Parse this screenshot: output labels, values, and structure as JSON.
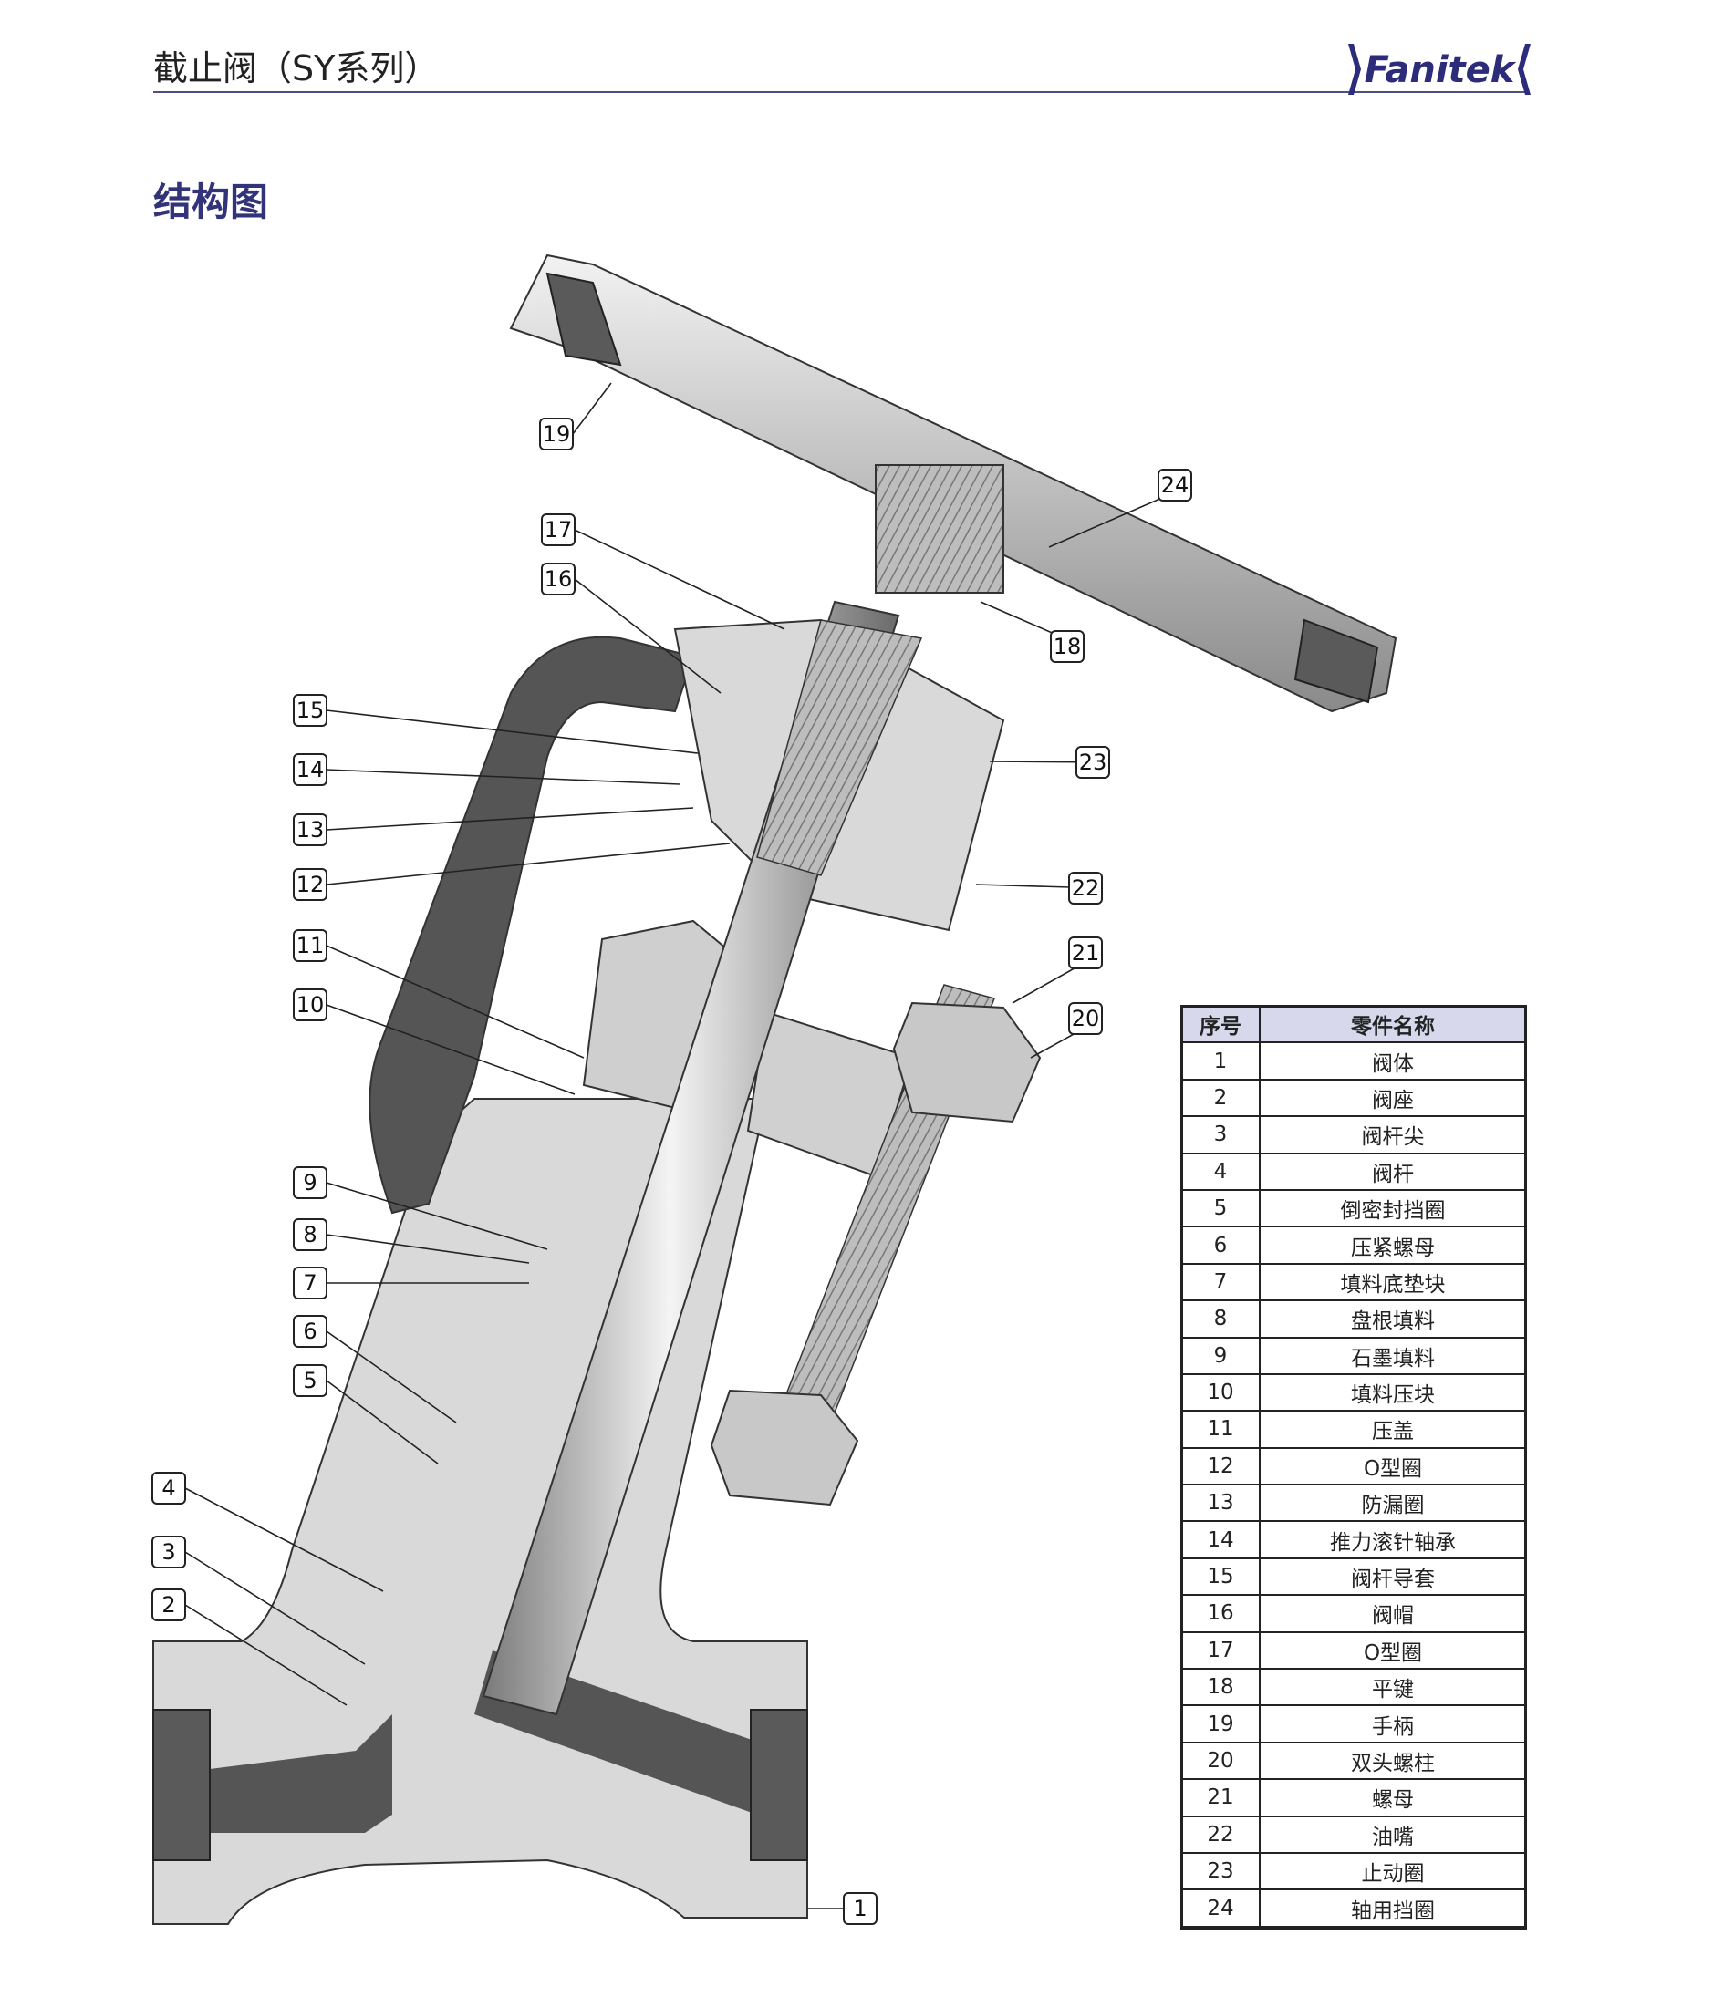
{
  "header": {
    "title": "截止阀（SY系列）",
    "brand": "Fanitek"
  },
  "section": {
    "title": "结构图"
  },
  "diagram": {
    "callouts": [
      "1",
      "2",
      "3",
      "4",
      "5",
      "6",
      "7",
      "8",
      "9",
      "10",
      "11",
      "12",
      "13",
      "14",
      "15",
      "16",
      "17",
      "18",
      "19",
      "20",
      "21",
      "22",
      "23",
      "24"
    ]
  },
  "parts_table": {
    "headers": {
      "no": "序号",
      "name": "零件名称"
    },
    "rows": [
      {
        "no": "1",
        "name": "阀体"
      },
      {
        "no": "2",
        "name": "阀座"
      },
      {
        "no": "3",
        "name": "阀杆尖"
      },
      {
        "no": "4",
        "name": "阀杆"
      },
      {
        "no": "5",
        "name": "倒密封挡圈"
      },
      {
        "no": "6",
        "name": "压紧螺母"
      },
      {
        "no": "7",
        "name": "填料底垫块"
      },
      {
        "no": "8",
        "name": "盘根填料"
      },
      {
        "no": "9",
        "name": "石墨填料"
      },
      {
        "no": "10",
        "name": "填料压块"
      },
      {
        "no": "11",
        "name": "压盖"
      },
      {
        "no": "12",
        "name": "O型圈"
      },
      {
        "no": "13",
        "name": "防漏圈"
      },
      {
        "no": "14",
        "name": "推力滚针轴承"
      },
      {
        "no": "15",
        "name": "阀杆导套"
      },
      {
        "no": "16",
        "name": "阀帽"
      },
      {
        "no": "17",
        "name": "O型圈"
      },
      {
        "no": "18",
        "name": "平键"
      },
      {
        "no": "19",
        "name": "手柄"
      },
      {
        "no": "20",
        "name": "双头螺柱"
      },
      {
        "no": "21",
        "name": "螺母"
      },
      {
        "no": "22",
        "name": "油嘴"
      },
      {
        "no": "23",
        "name": "止动圈"
      },
      {
        "no": "24",
        "name": "轴用挡圈"
      }
    ]
  },
  "colors": {
    "accent": "#33337a",
    "table_header_bg": "#d7d8ec",
    "body_light": "#d9d9d9",
    "body_dark": "#5a5a5a"
  }
}
